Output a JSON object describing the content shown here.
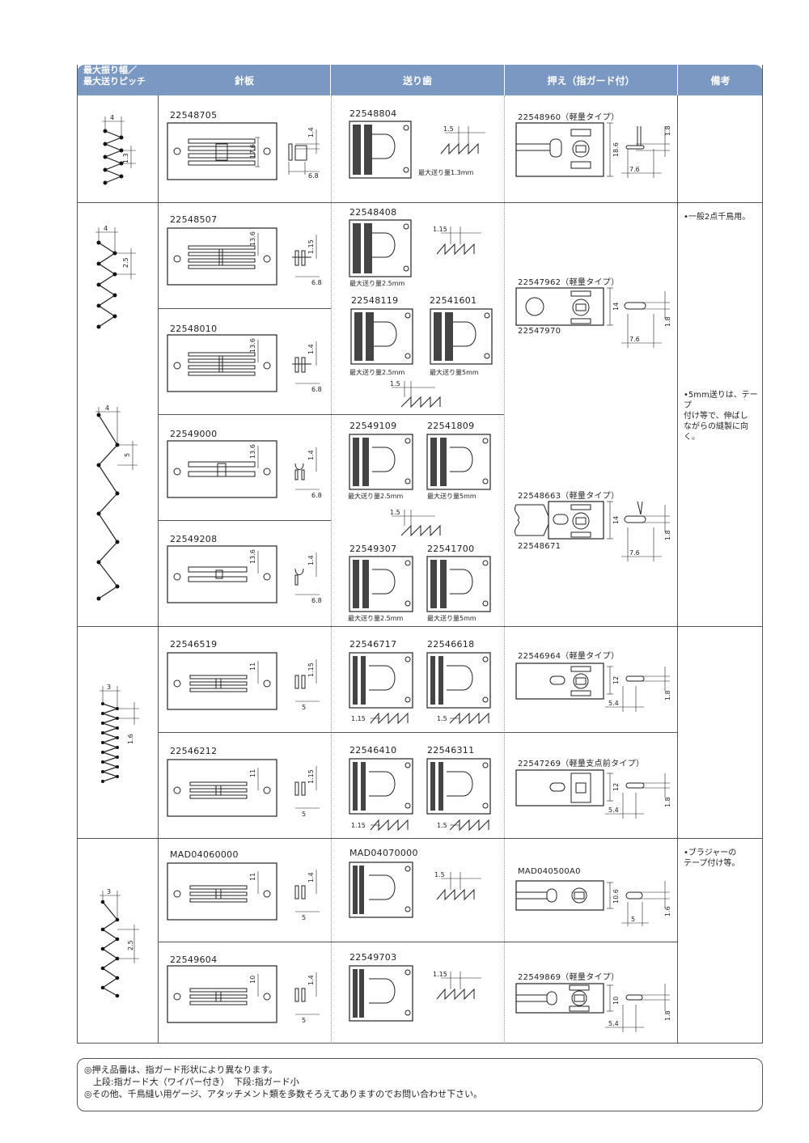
{
  "header": {
    "col1_line1": "最大振り幅／",
    "col1_line2": "最大送りピッチ",
    "col2": "針板",
    "col3": "送り歯",
    "col4": "押え（指ガード付）",
    "col5": "備考"
  },
  "rows": [
    {
      "zigzag": {
        "width": "4",
        "pitch": "1.3"
      },
      "plates": [
        {
          "code": "22548705",
          "length": "17.6",
          "thickness": "1.4",
          "depth": "6.8"
        }
      ],
      "feeds": [
        {
          "code": "22548804",
          "caption": "最大送り量1.3mm",
          "pitch": "1.5"
        }
      ],
      "presser": [
        {
          "code": "22548960（軽量タイプ）",
          "height": "18.6",
          "thickness": "1.8",
          "width": "7.6"
        }
      ]
    },
    {
      "zigzag": {
        "width": "4",
        "pitch": "2.5"
      },
      "plates": [
        {
          "code": "22548507",
          "length": "13.6",
          "thickness": "1.15",
          "depth": "6.8"
        },
        {
          "code": "22548010",
          "length": "13.6",
          "thickness": "1.4",
          "depth": "6.8"
        }
      ],
      "feeds": [
        {
          "code": "22548408",
          "caption": "最大送り量2.5mm",
          "pitch": "1.15"
        },
        {
          "code": "22548119",
          "caption": "最大送り量2.5mm"
        },
        {
          "code": "22541601",
          "caption": "最大送り量5mm",
          "pitch": "1.5"
        }
      ],
      "presser": [
        {
          "code": "22547962（軽量タイプ）",
          "code2": "22547970",
          "height": "14",
          "thickness": "1.8",
          "width": "7.6"
        }
      ],
      "note": "•一般2点千鳥用。"
    },
    {
      "zigzag": {
        "width": "4",
        "pitch": "5"
      },
      "plates": [
        {
          "code": "22549000",
          "length": "13.6",
          "thickness": "1.4",
          "depth": "6.8"
        },
        {
          "code": "22549208",
          "length": "13.6",
          "thickness": "1.4",
          "depth": "6.8"
        }
      ],
      "feeds": [
        {
          "code": "22549109",
          "caption": "最大送り量2.5mm"
        },
        {
          "code": "22541809",
          "caption": "最大送り量5mm",
          "pitch": "1.5"
        },
        {
          "code": "22549307",
          "caption": "最大送り量2.5mm"
        },
        {
          "code": "22541700",
          "caption": "最大送り量5mm"
        }
      ],
      "presser": [
        {
          "code": "22548663（軽量タイプ）",
          "code2": "22548671",
          "height": "14",
          "thickness": "1.8",
          "width": "7.6"
        }
      ],
      "note": "•5mm送りは、テープ付け等で、伸ばしながらの縫製に向く。",
      "note_lines": [
        "•5mm送りは、テープ",
        "付け等で、伸ばし",
        "ながらの縫製に向く。"
      ]
    },
    {
      "zigzag": {
        "width": "3",
        "pitch": "1.6"
      },
      "plates": [
        {
          "code": "22546519",
          "length": "11",
          "thickness": "1.15",
          "depth": "5"
        },
        {
          "code": "22546212",
          "length": "11",
          "thickness": "1.15",
          "depth": "5"
        }
      ],
      "feeds": [
        {
          "code": "22546717",
          "pitch": "1.15"
        },
        {
          "code": "22546618",
          "pitch": "1.5"
        },
        {
          "code": "22546410",
          "pitch": "1.15"
        },
        {
          "code": "22546311",
          "pitch": "1.5"
        }
      ],
      "presser": [
        {
          "code": "22546964（軽量タイプ）",
          "height": "12",
          "thickness": "1.8",
          "width": "5.4"
        },
        {
          "code": "22547269（軽量支点前タイプ）",
          "height": "12",
          "thickness": "1.8",
          "width": "5.4"
        }
      ]
    },
    {
      "zigzag": {
        "width": "3",
        "pitch": "2.5"
      },
      "plates": [
        {
          "code": "MAD04060000",
          "length": "11",
          "thickness": "1.4",
          "depth": "5"
        },
        {
          "code": "22549604",
          "length": "10",
          "thickness": "1.4",
          "depth": "5"
        }
      ],
      "feeds": [
        {
          "code": "MAD04070000",
          "pitch": "1.5"
        },
        {
          "code": "22549703",
          "pitch": "1.15"
        }
      ],
      "presser": [
        {
          "code": "MAD040500A0",
          "height": "10.6",
          "thickness": "1.6",
          "width": "5"
        },
        {
          "code": "22549869（軽量タイプ）",
          "height": "10",
          "thickness": "1.8",
          "width": "5.4"
        }
      ],
      "note": "•ブラジャーのテープ付け等。",
      "note_lines": [
        "•ブラジャーの",
        "テープ付け等。"
      ]
    }
  ],
  "footer": {
    "line1": "◎押え品番は、指ガード形状により異なります。",
    "line2": "　上段:指ガード大（ワイパー付き）　下段:指ガード小",
    "line3": "◎その他、千鳥縫い用ゲージ、アタッチメント類を多数そろえてありますのでお問い合わせ下さい。"
  }
}
